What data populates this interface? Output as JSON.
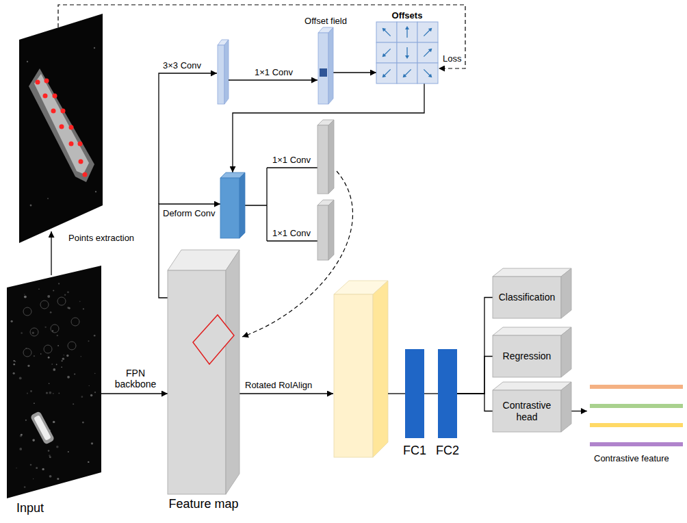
{
  "diagram": {
    "nodes": [
      {
        "text": [
          "Input"
        ]
      },
      {
        "text": [
          "Feature map"
        ]
      },
      {
        "text": [
          "Offset field"
        ]
      },
      {
        "text": [
          "Offsets"
        ]
      },
      {
        "text": [
          "Deform Conv"
        ]
      },
      {
        "text": [
          "FC1"
        ]
      },
      {
        "text": [
          "FC2"
        ]
      },
      {
        "text": [
          "Classification"
        ]
      },
      {
        "text": [
          "Regression"
        ]
      },
      {
        "text": [
          "Contrastive head"
        ]
      }
    ],
    "edges": [
      {
        "from": 0,
        "to": 1,
        "arrow": "to",
        "label": "FPN backbone"
      },
      {
        "from": 2,
        "to": 3,
        "arrow": "to"
      },
      {
        "from": 3,
        "to": 4,
        "arrow": "to"
      },
      {
        "from": 1,
        "to": 4,
        "arrow": "to"
      },
      {
        "from": 5,
        "to": 6,
        "arrow": "none"
      },
      {
        "from": 6,
        "to": 7,
        "arrow": "none"
      },
      {
        "from": 6,
        "to": 8,
        "arrow": "none"
      },
      {
        "from": 6,
        "to": 9,
        "arrow": "none"
      }
    ],
    "labels": [
      "Points extraction",
      "3×3 Conv",
      "1×1 Conv",
      "Loss",
      "1×1 Conv",
      "1×1 Conv",
      "Rotated RoIAlign",
      "Contrastive feature"
    ]
  }
}
